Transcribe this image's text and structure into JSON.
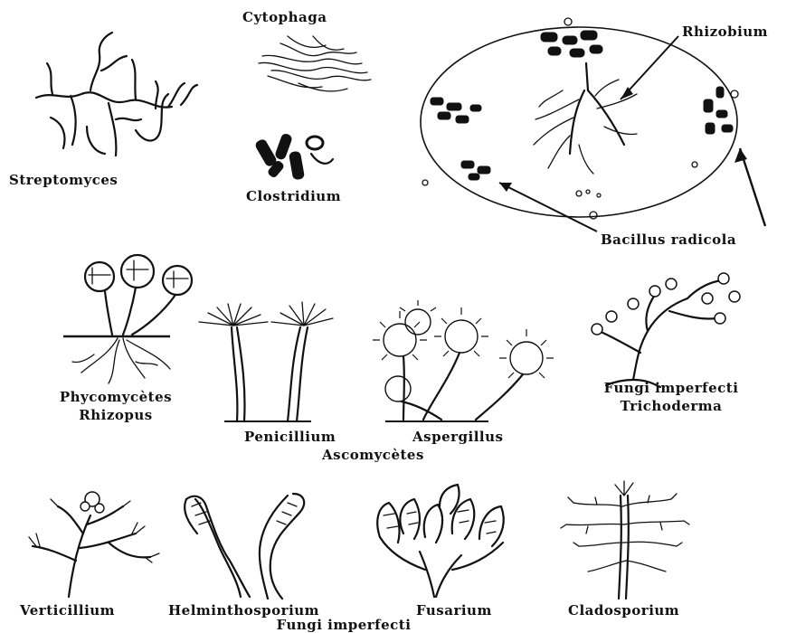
{
  "labels": {
    "streptomyces": "Streptomyces",
    "cytophaga": "Cytophaga",
    "clostridium": "Clostridium",
    "rhizobium": "Rhizobium",
    "bacillus_radicola": "Bacillus radicola",
    "phycomycetes": "Phycomycètes",
    "rhizopus": "Rhizopus",
    "penicillium": "Penicillium",
    "aspergillus": "Aspergillus",
    "ascomycetes": "Ascomycètes",
    "fungi_imperfecti_1": "Fungi imperfecti",
    "trichoderma": "Trichoderma",
    "verticillium": "Verticillium",
    "helminthosporium": "Helminthosporium",
    "fusarium": "Fusarium",
    "cladosporium": "Cladosporium",
    "fungi_imperfecti_2": "Fungi imperfecti"
  }
}
